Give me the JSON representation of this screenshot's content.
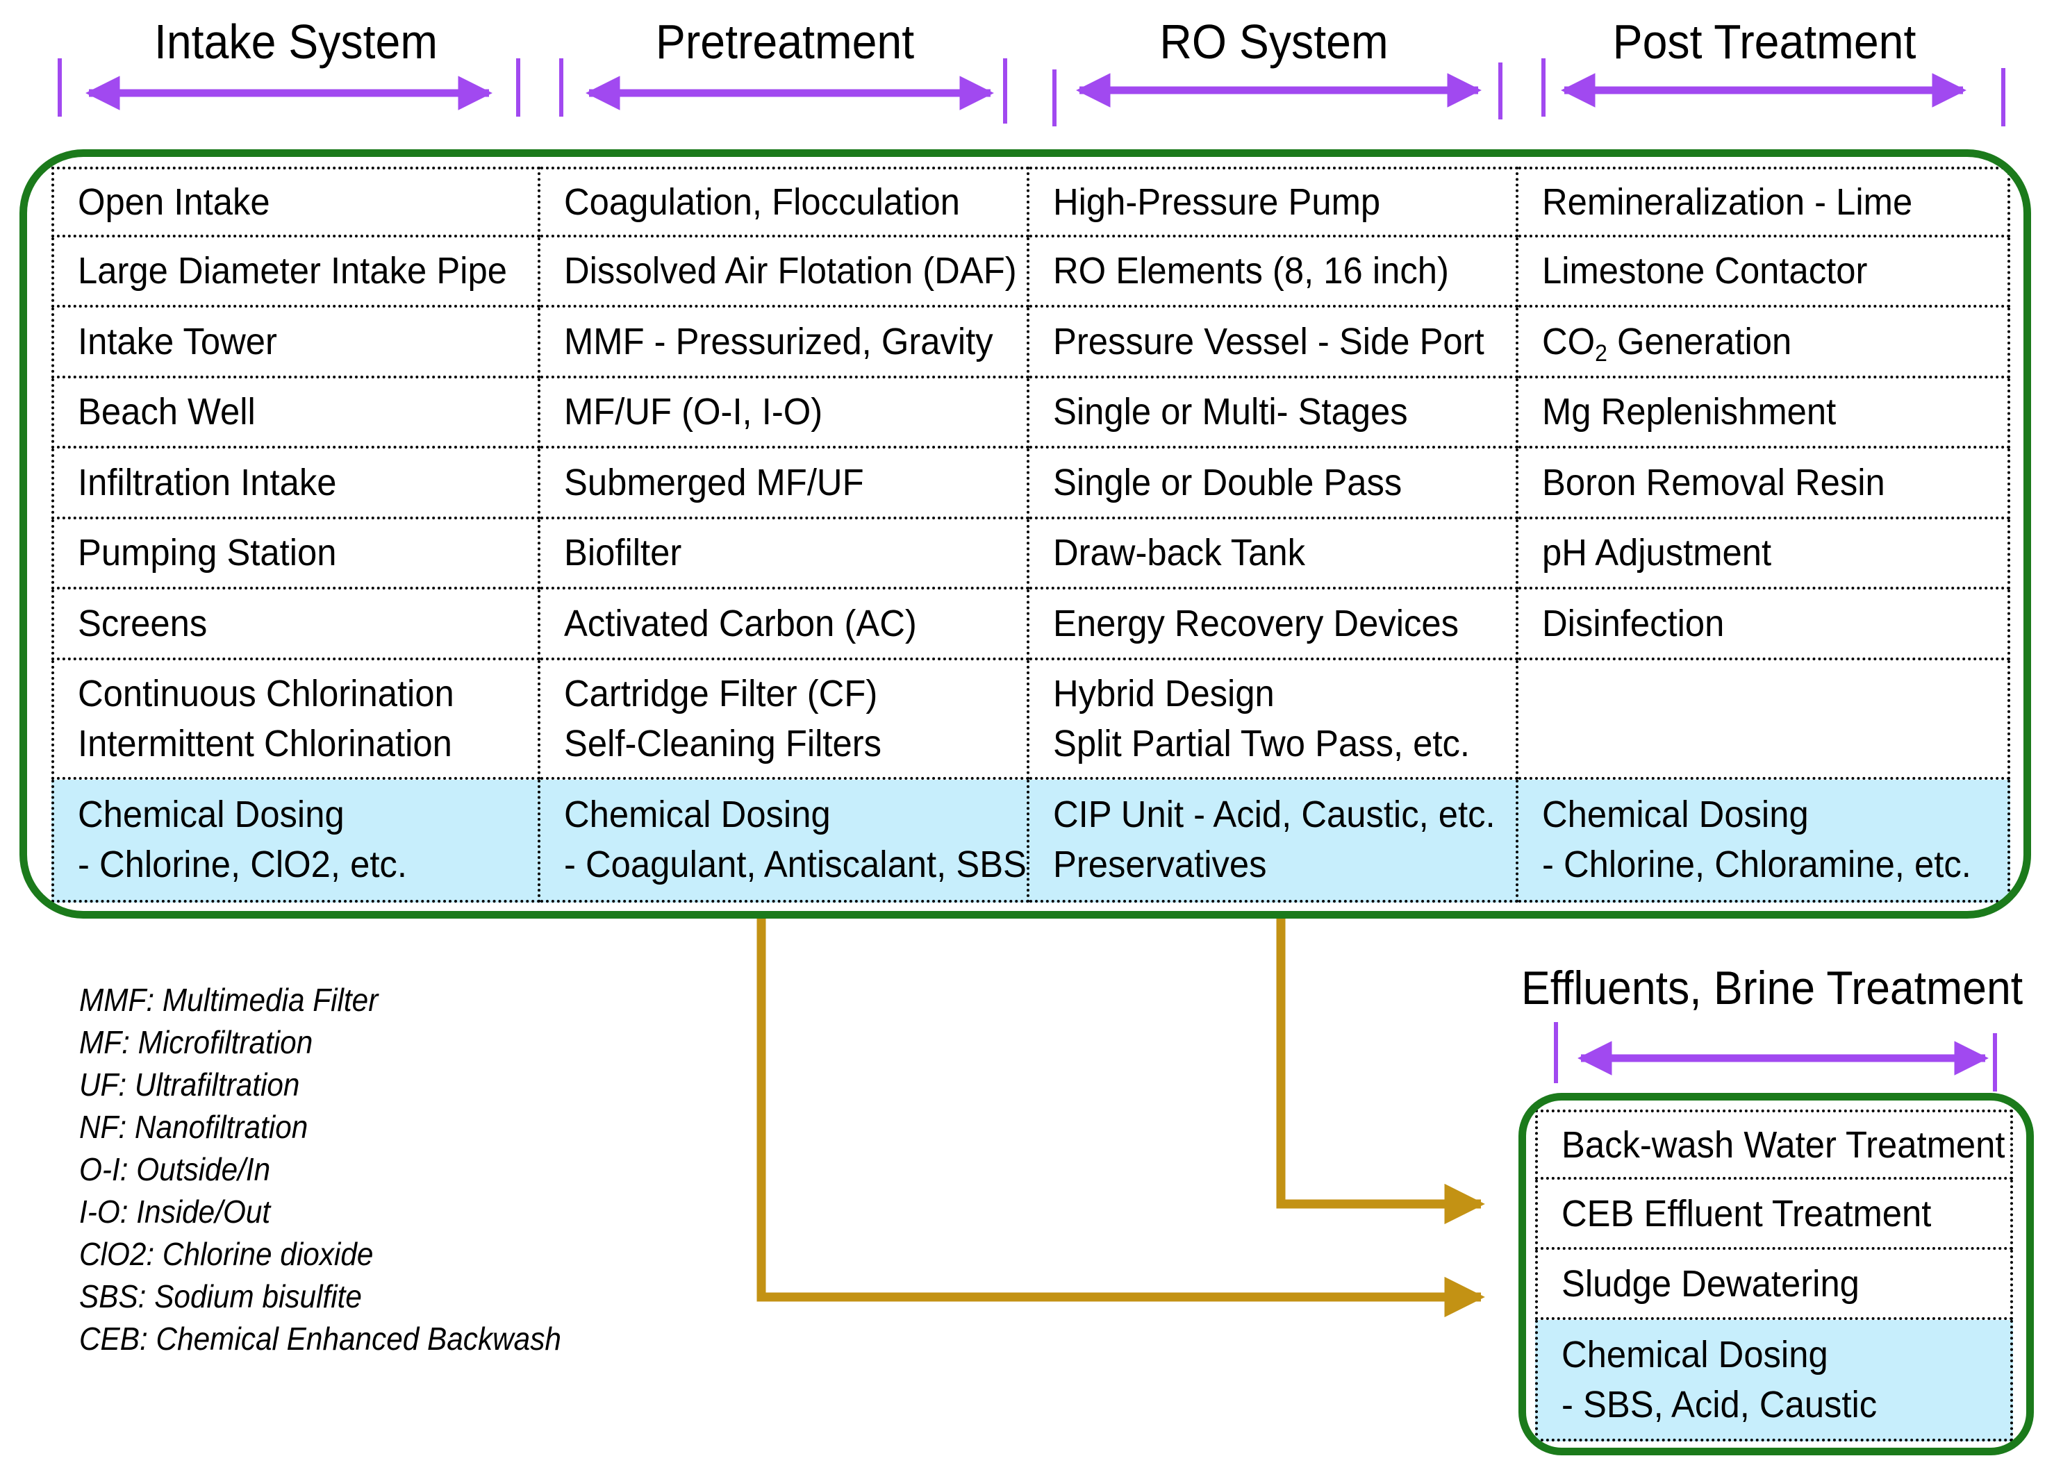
{
  "stages": [
    {
      "title": "Intake System",
      "cells": [
        [
          "Open Intake"
        ],
        [
          "Large Diameter Intake Pipe"
        ],
        [
          "Intake Tower"
        ],
        [
          "Beach Well"
        ],
        [
          "Infiltration  Intake"
        ],
        [
          "Pumping Station"
        ],
        [
          "Screens"
        ],
        [
          "Continuous  Chlorination",
          "Intermittent  Chlorination"
        ]
      ],
      "dosing": [
        "Chemical Dosing",
        "- Chlorine, ClO2, etc."
      ]
    },
    {
      "title": "Pretreatment",
      "cells": [
        [
          "Coagulation,  Flocculation"
        ],
        [
          "Dissolved Air Flotation (DAF)"
        ],
        [
          "MMF - Pressurized, Gravity"
        ],
        [
          "MF/UF (O-I, I-O)"
        ],
        [
          "Submerged MF/UF"
        ],
        [
          "Biofilter"
        ],
        [
          "Activated Carbon (AC)"
        ],
        [
          "Cartridge Filter (CF)",
          "Self-Cleaning  Filters"
        ]
      ],
      "dosing": [
        "Chemical Dosing",
        "- Coagulant, Antiscalant, SBS"
      ]
    },
    {
      "title": "RO System",
      "cells": [
        [
          "High-Pressure Pump"
        ],
        [
          "RO Elements (8, 16 inch)"
        ],
        [
          "Pressure Vessel - Side Port"
        ],
        [
          "Single or Multi- Stages"
        ],
        [
          "Single or Double Pass"
        ],
        [
          "Draw-back Tank"
        ],
        [
          "Energy Recovery Devices"
        ],
        [
          "Hybrid Design",
          "Split Partial Two Pass, etc."
        ]
      ],
      "dosing": [
        "CIP Unit -  Acid, Caustic, etc.",
        "Preservatives"
      ]
    },
    {
      "title": "Post Treatment",
      "cells": [
        [
          "Remineralization  - Lime"
        ],
        [
          "Limestone  Contactor"
        ],
        [
          "CO2 Generation"
        ],
        [
          "Mg Replenishment"
        ],
        [
          "Boron Removal Resin"
        ],
        [
          "pH Adjustment"
        ],
        [
          "Disinfection"
        ],
        [
          ""
        ]
      ],
      "dosing": [
        "Chemical Dosing",
        "- Chlorine,  Chloramine,  etc."
      ]
    }
  ],
  "effluents": {
    "title": "Effluents, Brine Treatment",
    "cells": [
      [
        "Back-wash Water Treatment"
      ],
      [
        "CEB Effluent Treatment"
      ],
      [
        "Sludge Dewatering"
      ]
    ],
    "dosing": [
      "Chemical Dosing",
      "- SBS, Acid, Caustic"
    ]
  },
  "abbreviations": [
    "MMF: Multimedia Filter",
    "MF: Microfiltration",
    "UF: Ultrafiltration",
    "NF: Nanofiltration",
    "O-I: Outside/In",
    "I-O: Inside/Out",
    "ClO2: Chlorine dioxide",
    "SBS: Sodium bisulfite",
    "CEB: Chemical Enhanced  Backwash"
  ],
  "colors": {
    "arrow_purple": "#a149f0",
    "frame_green": "#1b7a1b",
    "flow_gold": "#c39214",
    "dosing_fill": "#c7eefc"
  }
}
